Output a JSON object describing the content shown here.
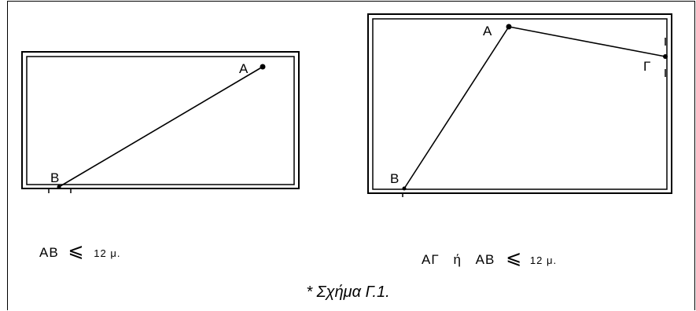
{
  "figure": {
    "caption": "* Σχήμα Γ.1.",
    "left_diagram": {
      "point_a": "A",
      "point_b": "B",
      "formula": {
        "lhs": "AB",
        "relation": "⩽",
        "value": "12 μ."
      }
    },
    "right_diagram": {
      "point_a": "A",
      "point_b": "B",
      "point_g": "Γ",
      "formula": {
        "lhs1": "AΓ",
        "connector": "ή",
        "lhs2": "AB",
        "relation": "⩽",
        "value": "12 μ."
      }
    }
  }
}
